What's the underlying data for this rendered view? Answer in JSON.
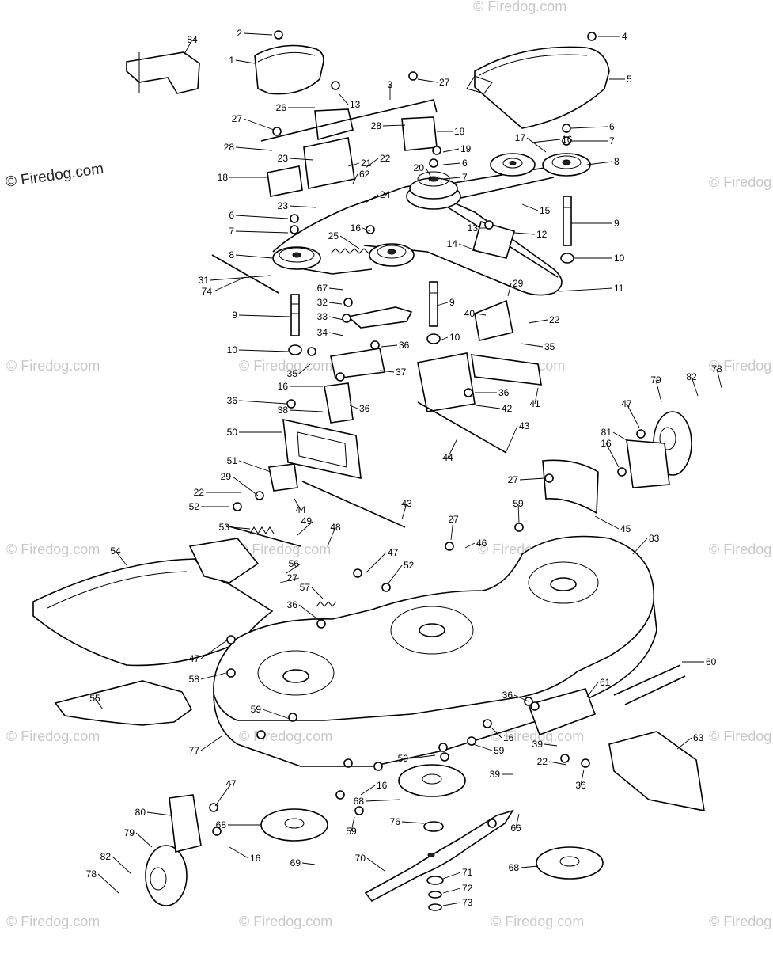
{
  "watermark": "© Firedog.com",
  "callouts": [
    "1",
    "2",
    "3",
    "4",
    "5",
    "6",
    "7",
    "8",
    "9",
    "10",
    "11",
    "12",
    "13",
    "14",
    "15",
    "16",
    "17",
    "18",
    "19",
    "20",
    "21",
    "22",
    "23",
    "24",
    "25",
    "26",
    "27",
    "28",
    "29",
    "31",
    "32",
    "33",
    "34",
    "35",
    "36",
    "37",
    "38",
    "39",
    "40",
    "41",
    "42",
    "43",
    "44",
    "45",
    "46",
    "47",
    "48",
    "49",
    "50",
    "51",
    "52",
    "53",
    "54",
    "55",
    "56",
    "57",
    "58",
    "59",
    "60",
    "61",
    "62",
    "63",
    "66",
    "67",
    "68",
    "69",
    "70",
    "71",
    "72",
    "73",
    "74",
    "76",
    "77",
    "78",
    "79",
    "80",
    "81",
    "82",
    "83",
    "84"
  ],
  "icons": [
    "pulley-icon",
    "belt-icon",
    "blade-icon",
    "wheel-icon",
    "deck-housing-icon",
    "spindle-icon",
    "belt-cover-icon",
    "discharge-chute-icon",
    "bracket-icon",
    "bolt-icon"
  ]
}
